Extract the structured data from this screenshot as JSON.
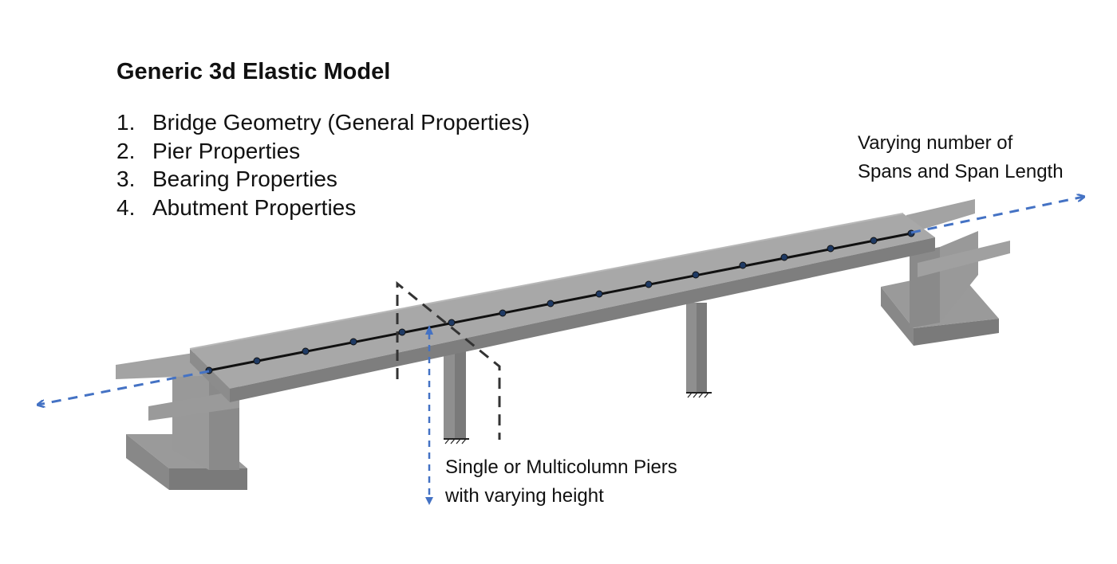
{
  "title": "Generic 3d Elastic Model",
  "properties": [
    {
      "num": "1.",
      "label": "Bridge Geometry (General Properties)"
    },
    {
      "num": "2.",
      "label": "Pier Properties"
    },
    {
      "num": "3.",
      "label": "Bearing Properties"
    },
    {
      "num": "4.",
      "label": "Abutment Properties"
    }
  ],
  "callouts": {
    "spans": [
      "Varying number of",
      "Spans and Span Length"
    ],
    "piers": [
      "Single or Multicolumn Piers",
      "with varying height"
    ]
  },
  "colors": {
    "concrete_light": "#a6a6a6",
    "concrete_mid": "#8c8c8c",
    "concrete_dark": "#707070",
    "arrow_blue": "#4472c4",
    "section_cut": "#333333",
    "node": "#1f3a64",
    "centerline": "#111111"
  }
}
